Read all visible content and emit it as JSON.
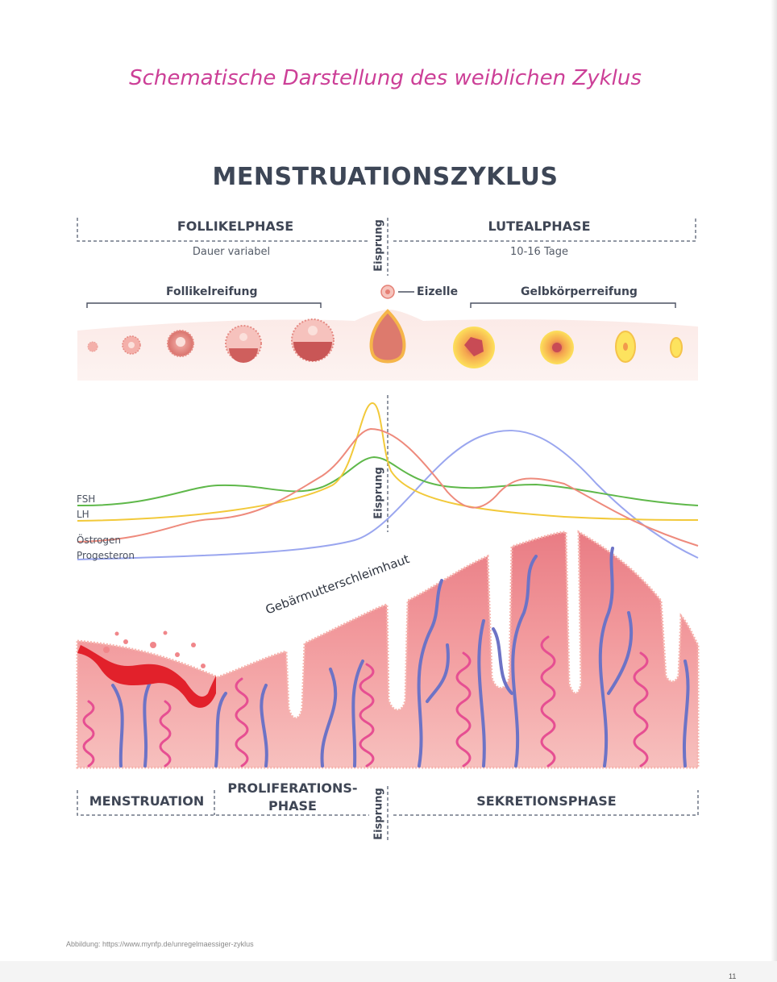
{
  "page": {
    "title": "Schematische Darstellung des weiblichen Zyklus",
    "source": "Abbildung: https://www.mynfp.de/unregelmaessiger-zyklus",
    "page_number": "11"
  },
  "diagram": {
    "heading": "MENSTRUATIONSZYKLUS",
    "top_phases": {
      "left": {
        "label": "FOLLIKELPHASE",
        "sub": "Dauer variabel"
      },
      "right": {
        "label": "LUTEALPHASE",
        "sub": "10-16 Tage"
      },
      "divider": "Eisprung"
    },
    "ovary": {
      "left_label": "Follikelreifung",
      "egg_label": "Eizelle",
      "right_label": "Gelbkörperreifung"
    },
    "hormones": {
      "divider": "Eisprung",
      "legend": [
        "FSH",
        "LH",
        "Östrogen",
        "Progesteron"
      ],
      "colors": {
        "FSH": "#5fb84a",
        "LH": "#f2c93a",
        "Östrogen": "#ee8a7c",
        "Progesteron": "#9aa6ef"
      }
    },
    "endometrium": {
      "label": "Gebärmutterschleimhaut"
    },
    "bottom_phases": {
      "menstruation": "MENSTRUATION",
      "proliferation_1": "PROLIFERATIONS-",
      "proliferation_2": "PHASE",
      "secretion": "SEKRETIONSPHASE",
      "divider": "Eisprung"
    }
  }
}
